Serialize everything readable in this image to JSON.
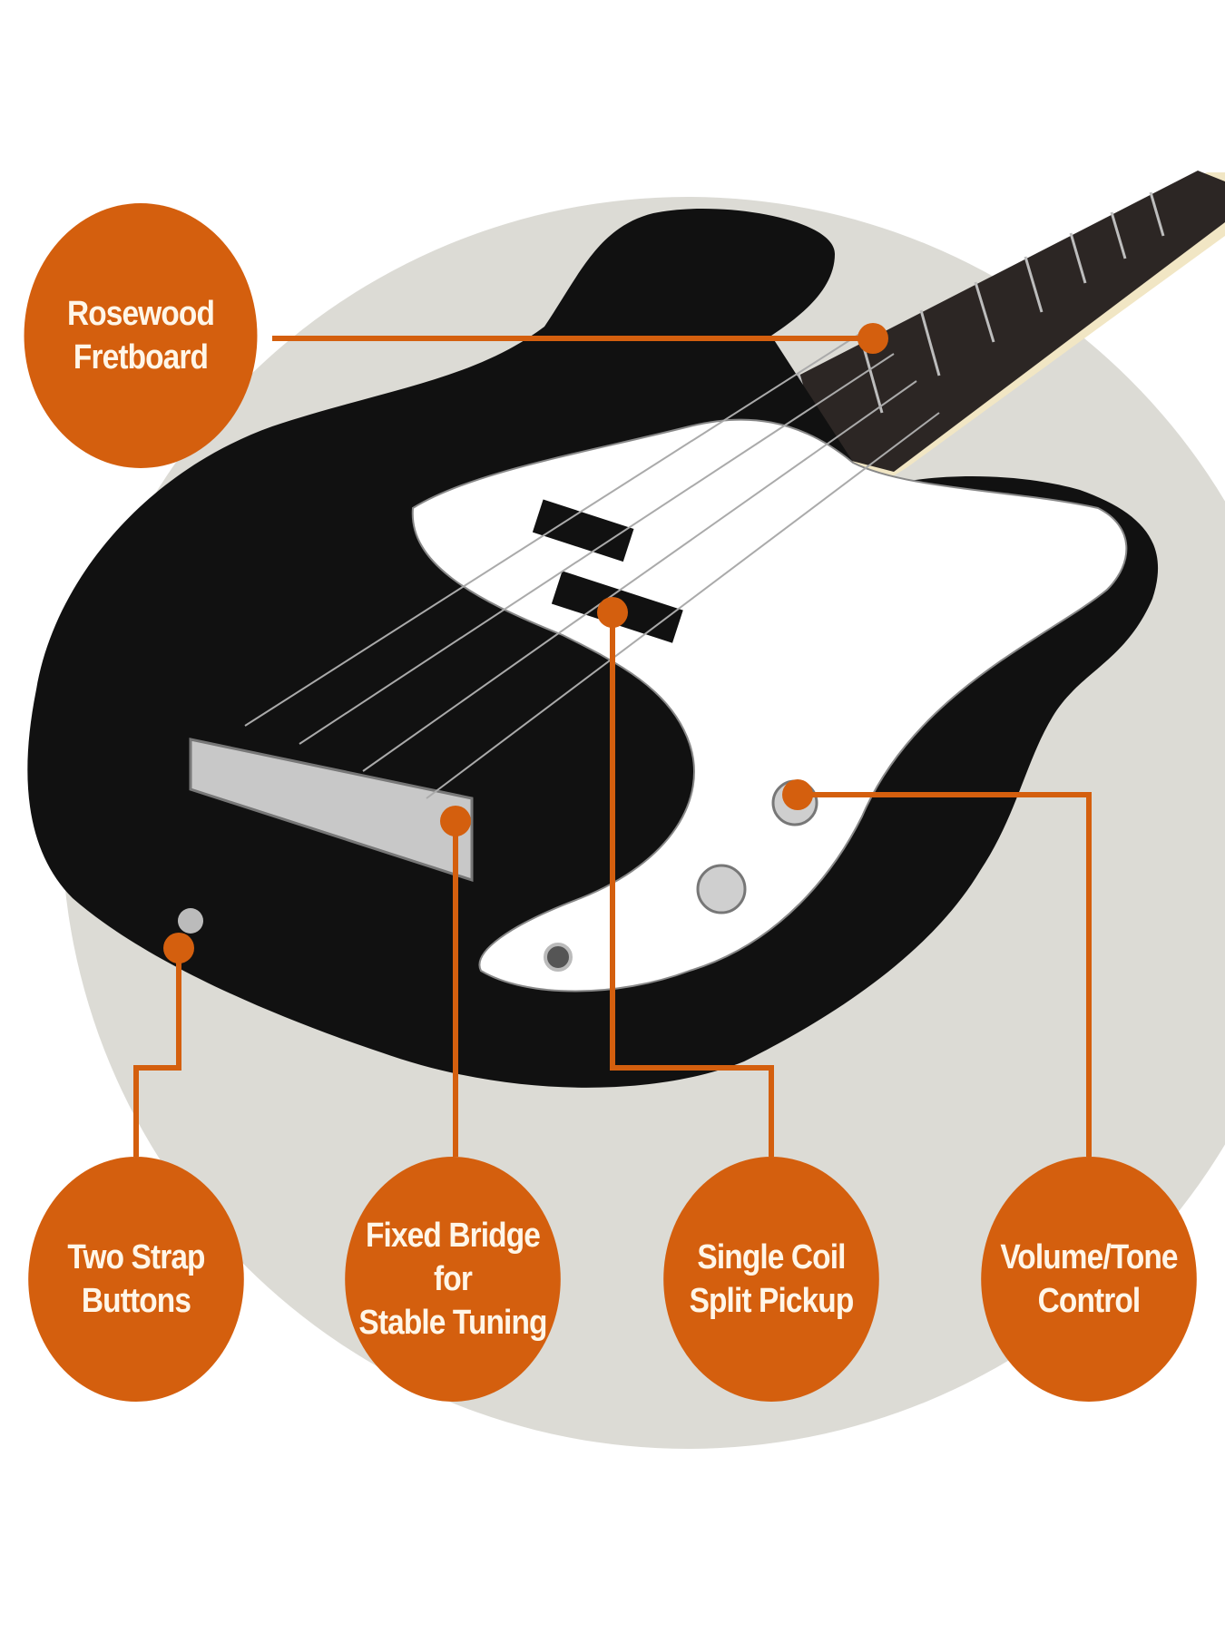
{
  "colors": {
    "accent": "#d45f0e",
    "backdrop": "#dcdbd5",
    "body": "#111111",
    "pickguard": "#ffffff"
  },
  "callouts": [
    {
      "line1": "Rosewood",
      "line2": "Fretboard"
    },
    {
      "line1": "Two Strap",
      "line2": "Buttons"
    },
    {
      "line1": "Fixed Bridge for",
      "line2": "Stable Tuning"
    },
    {
      "line1": "Single Coil",
      "line2": "Split Pickup"
    },
    {
      "line1": "Volume/Tone",
      "line2": "Control"
    }
  ]
}
